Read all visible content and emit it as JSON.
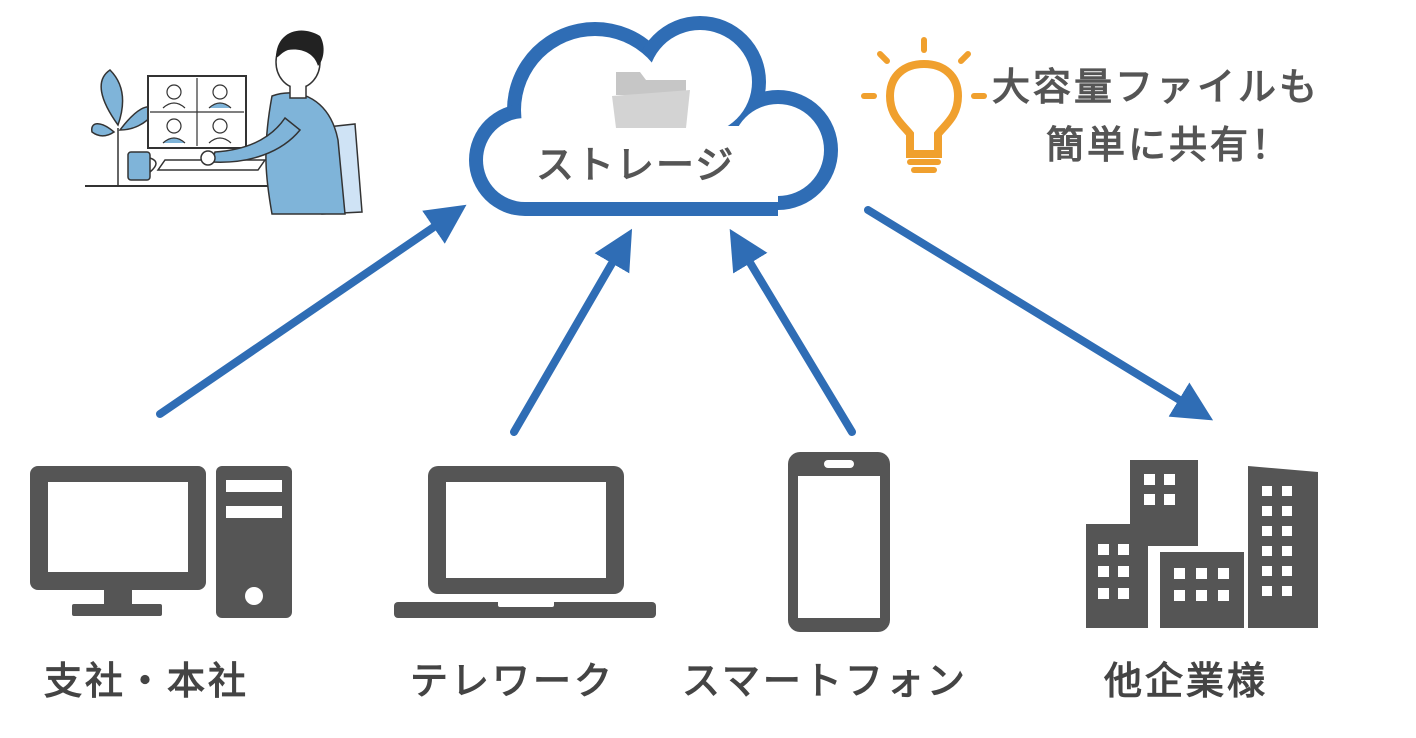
{
  "cloud": {
    "label": "ストレージ",
    "icon": "folder-icon",
    "color": "#2f6db5"
  },
  "callout": {
    "line1": "大容量ファイルも",
    "line2": "簡単に共有！",
    "icon": "lightbulb-icon",
    "icon_color": "#f0a02e"
  },
  "nodes": [
    {
      "label": "支社・本社",
      "icon": "desktop-computer-icon"
    },
    {
      "label": "テレワーク",
      "icon": "laptop-icon"
    },
    {
      "label": "スマートフォン",
      "icon": "smartphone-icon"
    },
    {
      "label": "他企業様",
      "icon": "office-buildings-icon"
    }
  ],
  "illustration": {
    "icon": "video-conference-worker-illustration"
  },
  "colors": {
    "arrow": "#2f6db5",
    "icon": "#555555",
    "text": "#444444"
  }
}
